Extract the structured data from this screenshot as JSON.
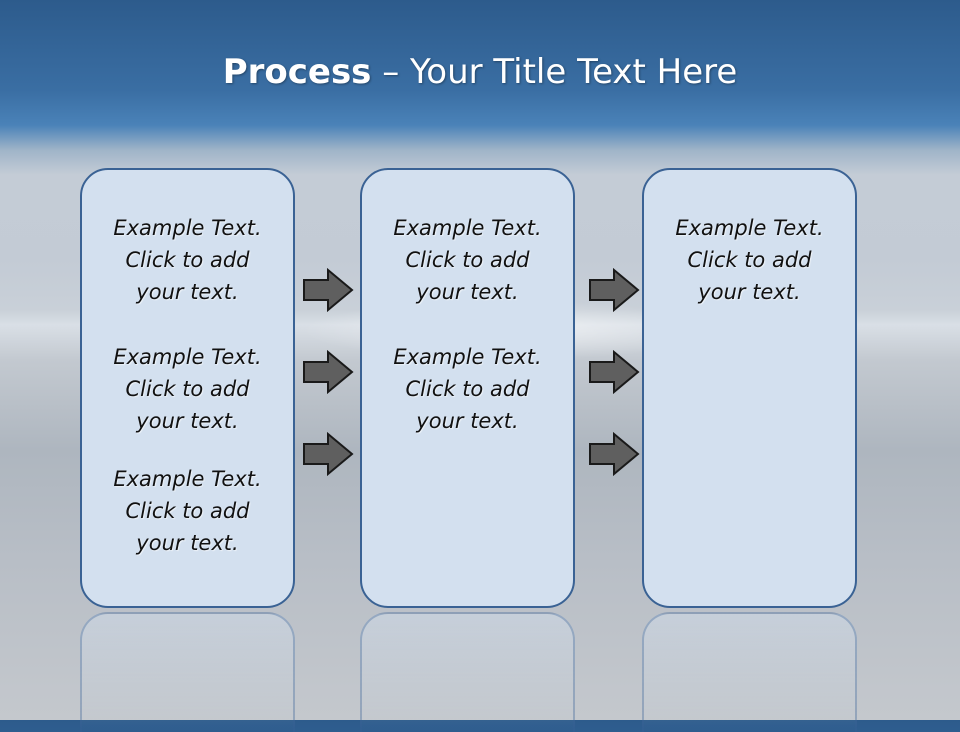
{
  "title": {
    "bold": "Process",
    "rest": " – Your Title Text Here"
  },
  "panels": [
    {
      "blocks": [
        "Example Text.\nClick  to add\nyour text.",
        "Example Text.\nClick  to add\nyour text.",
        "Example Text.\nClick  to add\nyour text."
      ]
    },
    {
      "blocks": [
        "Example Text.\nClick  to add\nyour text.",
        "Example Text.\nClick  to add\nyour text."
      ]
    },
    {
      "blocks": [
        "Example Text.\nClick  to add\nyour text."
      ]
    }
  ],
  "colors": {
    "panel_fill": "#d3e0ef",
    "panel_border": "#3a6294",
    "arrow_fill": "#5f5f5f",
    "arrow_stroke": "#1a1a1a"
  },
  "icons": {
    "arrow": "right-arrow-icon"
  }
}
